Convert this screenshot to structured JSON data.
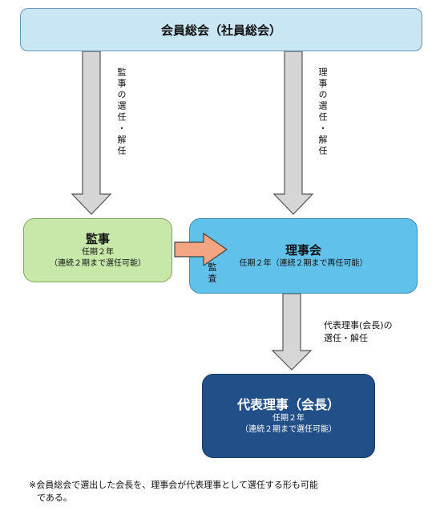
{
  "assembly": {
    "title": "会員総会（社員総会）"
  },
  "auditor": {
    "title": "監事",
    "term": "任期２年",
    "term_note": "（連続２期まで選任可能）"
  },
  "board": {
    "title": "理事会",
    "term": "任期２年（連続２期まで再任可能）",
    "audit_label": "監査"
  },
  "representative": {
    "title": "代表理事（会長）",
    "term": "任期２年",
    "term_note": "（連続２期まで選任可能）"
  },
  "arrows": {
    "assembly_to_auditor": "監事の選任・解任",
    "assembly_to_board": "理事の選任・解任",
    "board_to_rep_line1": "代表理事(会長)の",
    "board_to_rep_line2": "選任・解任"
  },
  "note": {
    "line1": "※会員総会で選出した会長を、理事会が代表理事として選任する形も可能",
    "line2": "である。"
  },
  "colors": {
    "assembly_fill": "#c9e6f5",
    "auditor_fill": "#c7e8a9",
    "board_fill": "#60c1ea",
    "representative_fill": "#214f87",
    "arrow_gray": "#d6d6d6",
    "audit_arrow": "#f4a582"
  }
}
